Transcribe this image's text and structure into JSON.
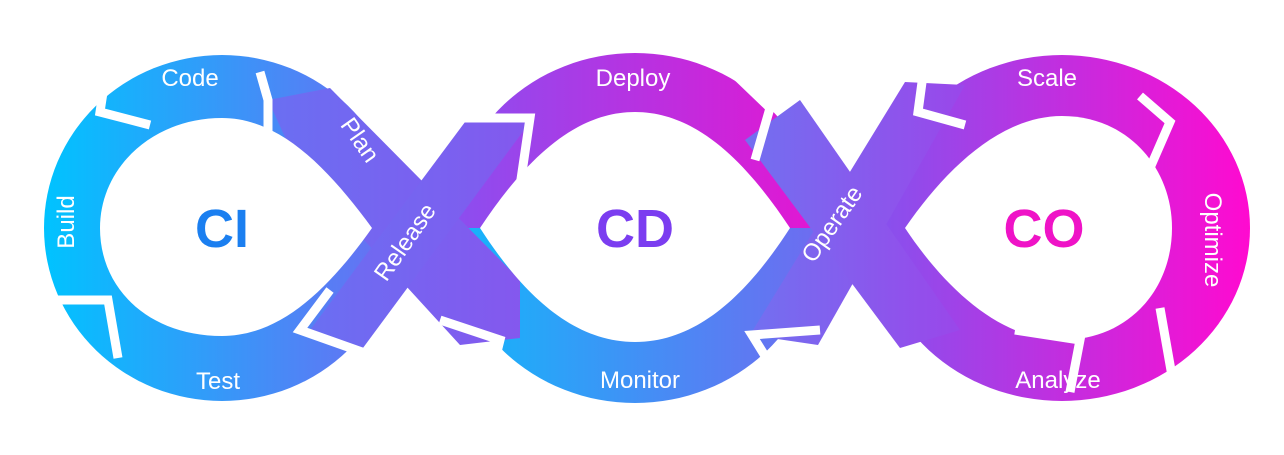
{
  "hubs": {
    "ci": {
      "text": "CI",
      "color": "#1b7ff0"
    },
    "cd": {
      "text": "CD",
      "color": "#7b3df0"
    },
    "co": {
      "text": "CO",
      "color": "#ef13c7"
    }
  },
  "stages": {
    "code": "Code",
    "plan": "Plan",
    "build": "Build",
    "test": "Test",
    "release": "Release",
    "deploy": "Deploy",
    "monitor": "Monitor",
    "operate": "Operate",
    "scale": "Scale",
    "optimize": "Optimize",
    "analyze": "Analyze"
  },
  "colors": {
    "cyan": "#00c3ff",
    "blue": "#3b82f6",
    "violet": "#7a5cf0",
    "purple": "#a43de6",
    "magenta": "#f50fd0",
    "background": "#ffffff"
  }
}
